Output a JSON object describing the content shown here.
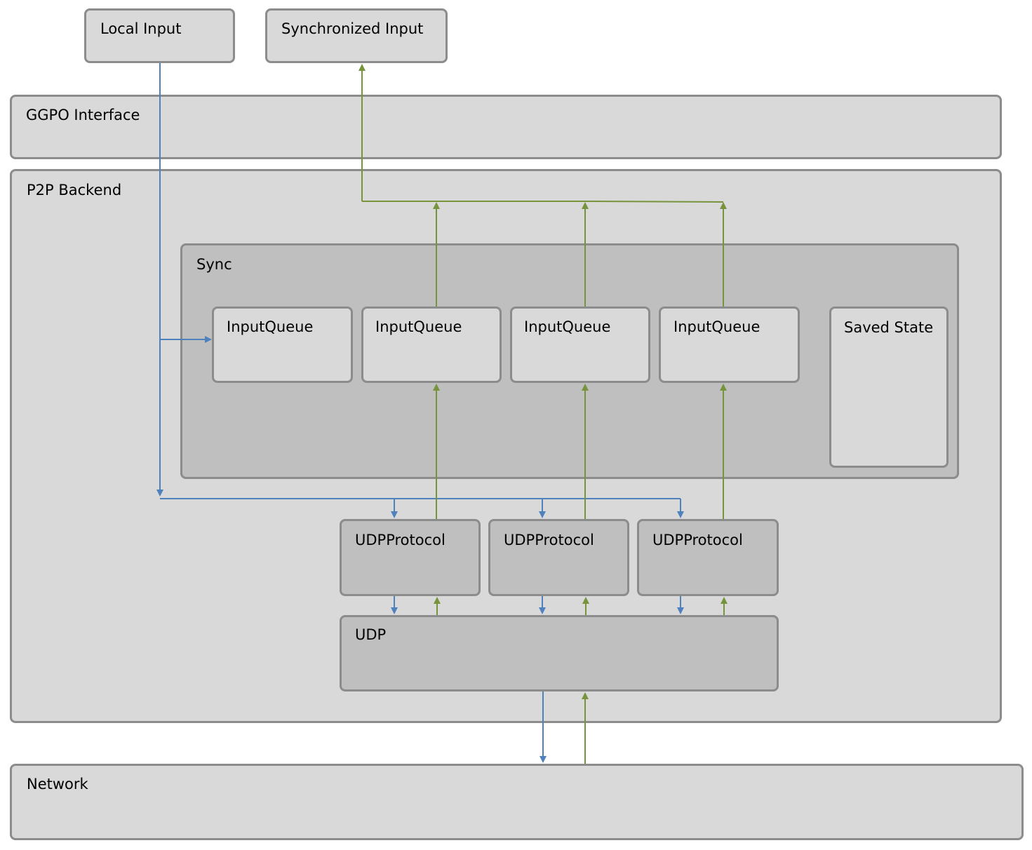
{
  "boxes": {
    "local_input": "Local Input",
    "synchronized_input": "Synchronized Input",
    "ggpo_interface": "GGPO Interface",
    "p2p_backend": "P2P Backend",
    "sync": "Sync",
    "input_queues": [
      "InputQueue",
      "InputQueue",
      "InputQueue",
      "InputQueue"
    ],
    "saved_state": "Saved State",
    "udp_protocols": [
      "UDPProtocol",
      "UDPProtocol",
      "UDPProtocol"
    ],
    "udp": "UDP",
    "network": "Network"
  },
  "colors": {
    "box_fill": "#d9d9d9",
    "inner_box_fill": "#bfbfbf",
    "border": "#8c8c8c",
    "outbound_arrow": "#4f81bd",
    "inbound_arrow": "#77933c"
  }
}
